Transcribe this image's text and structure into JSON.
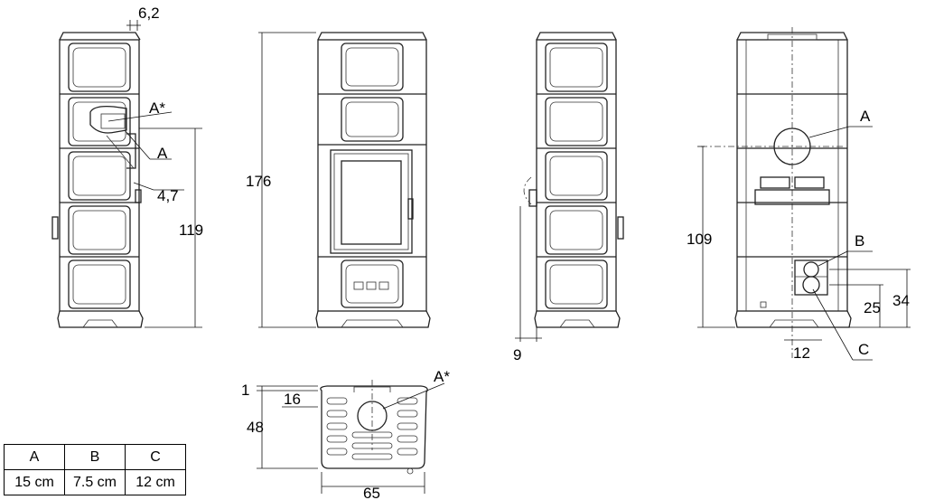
{
  "dims": {
    "d1": "6,2",
    "d2": "A*",
    "d3": "A",
    "d4": "4,7",
    "d5": "119",
    "d6": "176",
    "d7": "9",
    "d8": "A",
    "d9": "109",
    "d10": "B",
    "d11": "25",
    "d12": "34",
    "d13": "12",
    "d14": "C",
    "d15": "1",
    "d16": "16",
    "d17": "A*",
    "d18": "48",
    "d19": "65"
  },
  "legend": {
    "headers": [
      "A",
      "B",
      "C"
    ],
    "values": [
      "15 cm",
      "7.5 cm",
      "12 cm"
    ]
  }
}
